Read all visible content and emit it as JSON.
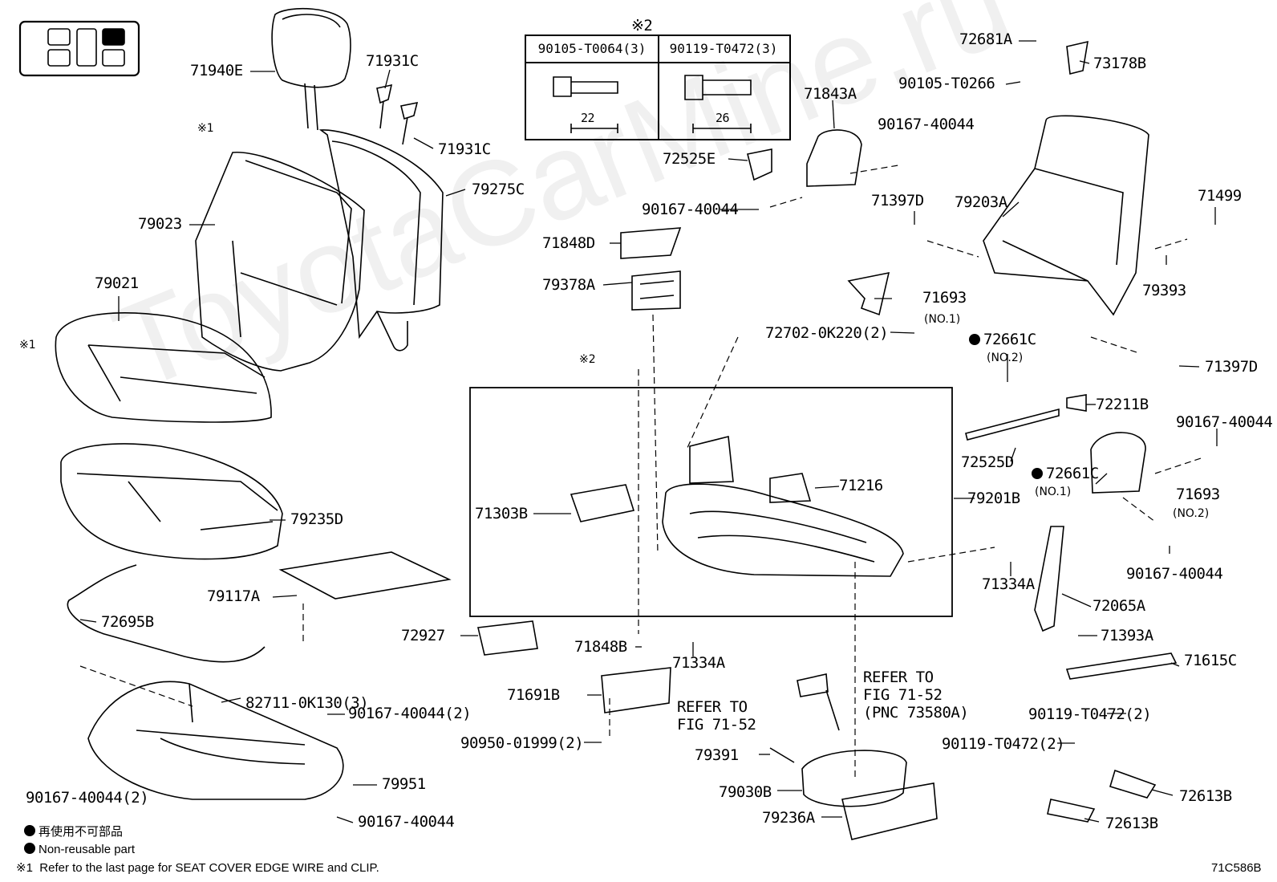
{
  "diagram": {
    "table_header_mark": "※2",
    "table": [
      {
        "part": "90105-T0064(3)",
        "length": "22"
      },
      {
        "part": "90119-T0472(3)",
        "length": "26"
      }
    ],
    "labels": {
      "l71940E": "71940E",
      "l71931C_a": "71931C",
      "l71931C_b": "71931C",
      "note1_a": "※1",
      "note1_b": "※1",
      "l79275C": "79275C",
      "l79023": "79023",
      "l79021": "79021",
      "l79235D": "79235D",
      "l79117A": "79117A",
      "l72695B": "72695B",
      "l82711": "82711-0K130(3)",
      "l90167_2a": "90167-40044(2)",
      "l79951": "79951",
      "l90167_2b": "90167-40044(2)",
      "l90167_b": "90167-40044",
      "l72681A": "72681A",
      "l73178B": "73178B",
      "l90105_0266": "90105-T0266",
      "l71843A": "71843A",
      "l90167_c": "90167-40044",
      "l72525E": "72525E",
      "l90167_d": "90167-40044",
      "l71397D_a": "71397D",
      "l79203A": "79203A",
      "l71499": "71499",
      "l71848D": "71848D",
      "l79378A": "79378A",
      "l79393": "79393",
      "l71693_1": "71693",
      "l71693_1s": "(NO.1)",
      "l72702": "72702-0K220(2)",
      "note2": "※2",
      "l71397D_b": "71397D",
      "l72661C_2": "72661C",
      "l72661C_2s": "(NO.2)",
      "l72211B": "72211B",
      "l90167_e": "90167-40044",
      "l72525D": "72525D",
      "l72661C_1": "72661C",
      "l72661C_1s": "(NO.1)",
      "l71216": "71216",
      "l71303B": "71303B",
      "l79201B": "79201B",
      "l71693_2": "71693",
      "l71693_2s": "(NO.2)",
      "l90167_f": "90167-40044",
      "l71334A_a": "71334A",
      "l72065A": "72065A",
      "l72927": "72927",
      "l71848B": "71848B",
      "l71393A": "71393A",
      "l71334A_b": "71334A",
      "l71615C": "71615C",
      "l71691B": "71691B",
      "ref1_a": "REFER TO",
      "ref1_b": "FIG 71-52",
      "ref2_a": "REFER TO",
      "ref2_b": "FIG 71-52",
      "ref2_c": "(PNC 73580A)",
      "l90119_a": "90119-T0472(2)",
      "l90950": "90950-01999(2)",
      "l90119_b": "90119-T0472(2)",
      "l79391": "79391",
      "l72613B_a": "72613B",
      "l79030B": "79030B",
      "l79236A": "79236A",
      "l72613B_b": "72613B"
    },
    "legend": {
      "jp": "再使用不可部品",
      "en": "Non-reusable part",
      "note_mark": "※1",
      "note_text": "Refer to the last page for SEAT COVER EDGE WIRE and CLIP."
    },
    "figure_code": "71C586B",
    "watermark": "ToyotaCarMine.ru"
  }
}
